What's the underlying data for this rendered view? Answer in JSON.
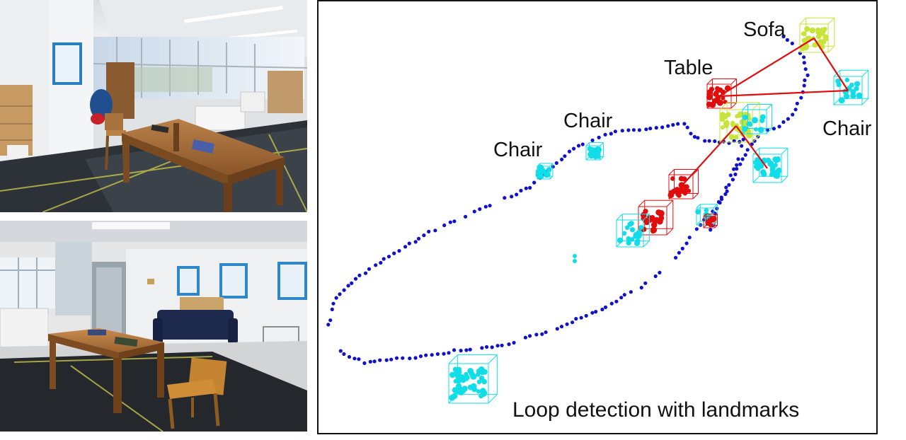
{
  "caption": "Loop detection with landmarks",
  "labels": {
    "sofa": "Sofa",
    "table": "Table",
    "chair_right": "Chair",
    "chair_upper": "Chair",
    "chair_left": "Chair"
  },
  "photos": [
    {
      "description": "office room with wooden table and chair"
    },
    {
      "description": "lobby with wooden table, chair and sofa"
    }
  ],
  "colors": {
    "trajectory": "#1111cc",
    "chair": "#10dde8",
    "table": "#e00d0d",
    "sofa": "#c8e33a",
    "loop_link": "#e00d0d"
  }
}
